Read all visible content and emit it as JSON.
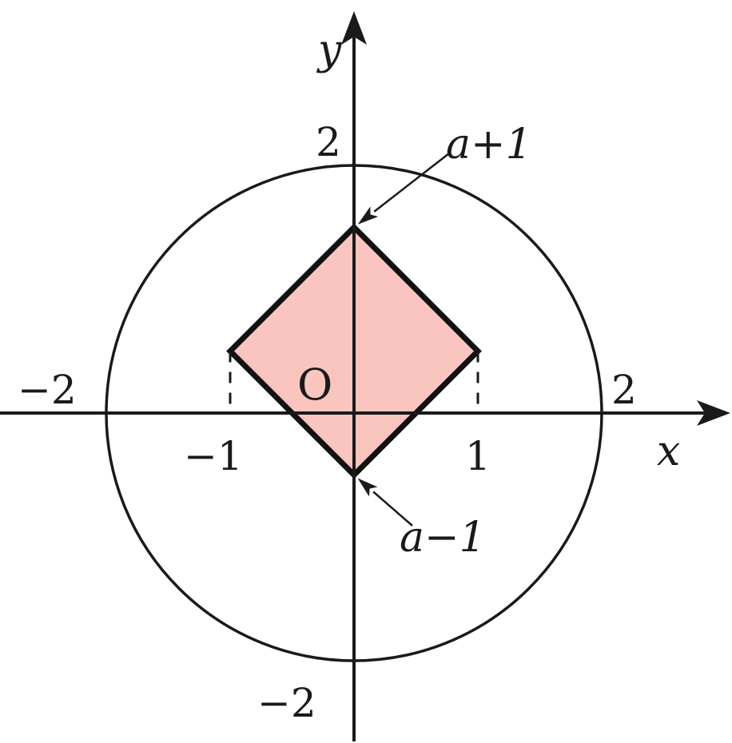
{
  "diagram": {
    "axes": {
      "x_label": "x",
      "y_label": "y",
      "origin_label": "O"
    },
    "tick_labels": {
      "x_neg2": "−2",
      "x_neg1": "−1",
      "x_pos1": "1",
      "x_pos2": "2",
      "y_pos2": "2",
      "y_neg2": "−2"
    },
    "annotations": {
      "top_vertex": "a+1",
      "bottom_vertex": "a−1"
    },
    "shapes": {
      "circle": {
        "center": [
          0,
          0
        ],
        "radius": 2
      },
      "square": {
        "vertices": [
          [
            0,
            1.5
          ],
          [
            1,
            0.5
          ],
          [
            0,
            -0.5
          ],
          [
            -1,
            0.5
          ]
        ]
      }
    },
    "colors": {
      "square_fill": "#f9c5be",
      "stroke": "#111111"
    }
  }
}
